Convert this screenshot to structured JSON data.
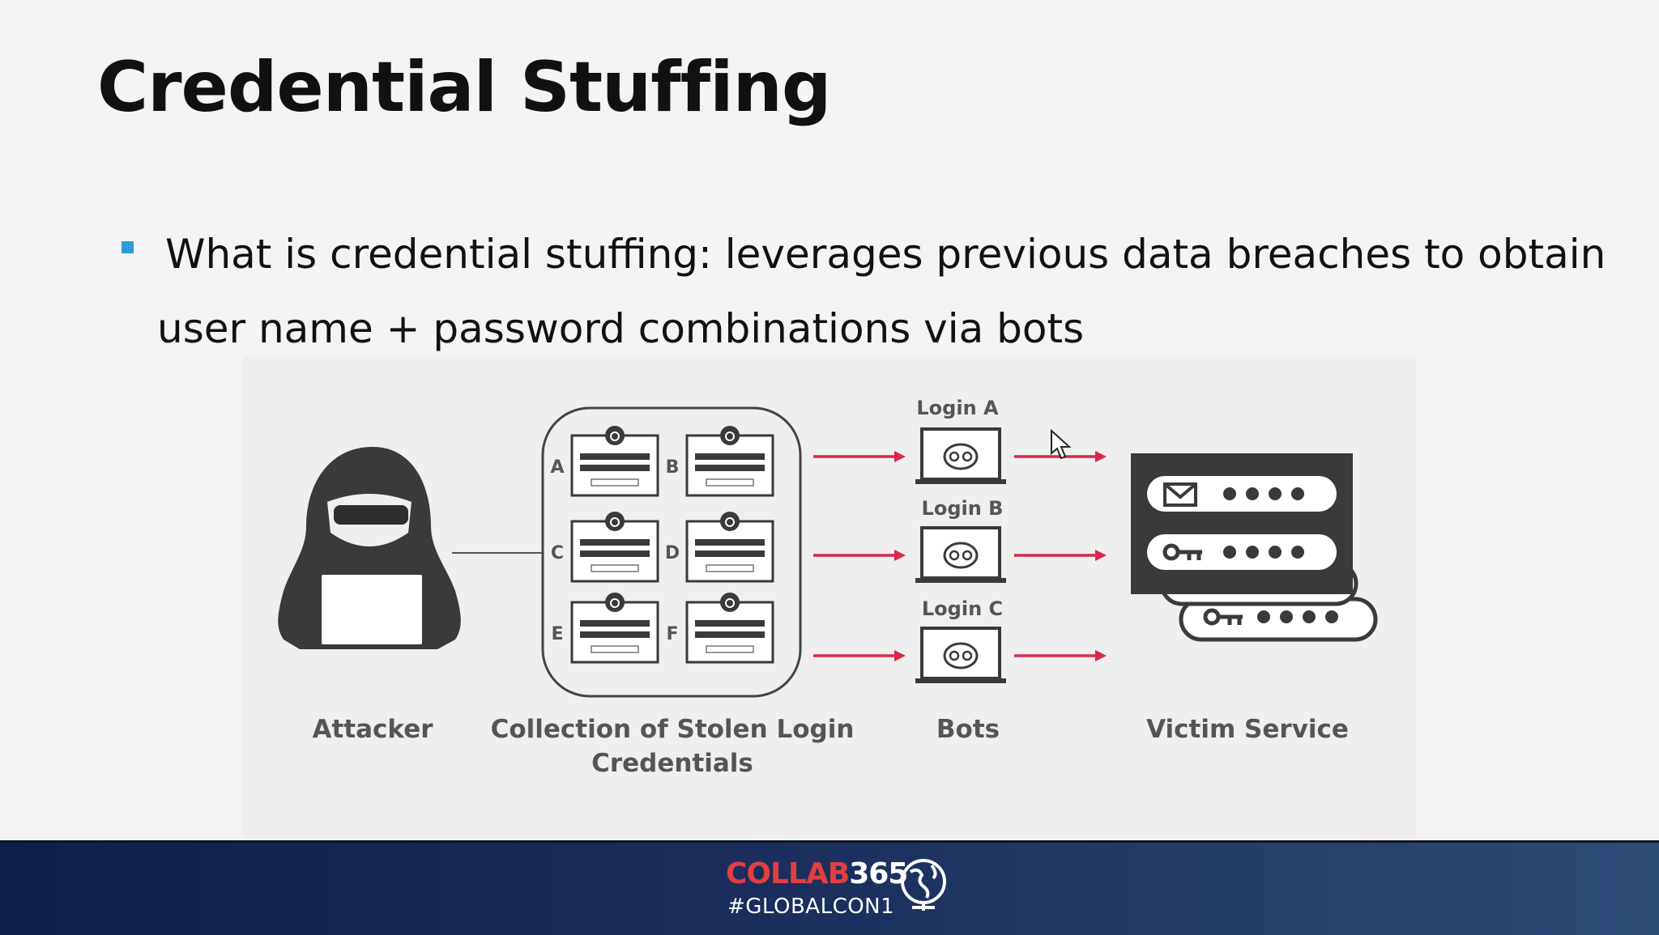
{
  "slide": {
    "title": "Credential Stuffing",
    "bullet": "What is credential stuffing: leverages previous data breaches to obtain user name + password combinations via bots"
  },
  "figure": {
    "attacker_label": "Attacker",
    "collection_label": "Collection of Stolen Login Credentials",
    "bots_label": "Bots",
    "victim_label": "Victim Service",
    "card_letters": [
      "A",
      "B",
      "C",
      "D",
      "E",
      "F"
    ],
    "logins": [
      "Login A",
      "Login B",
      "Login C"
    ],
    "arrow_color": "#d9284b"
  },
  "footer": {
    "brand_text": "COLLAB",
    "brand_number": "365",
    "hashtag": "#GLOBALCON1"
  }
}
